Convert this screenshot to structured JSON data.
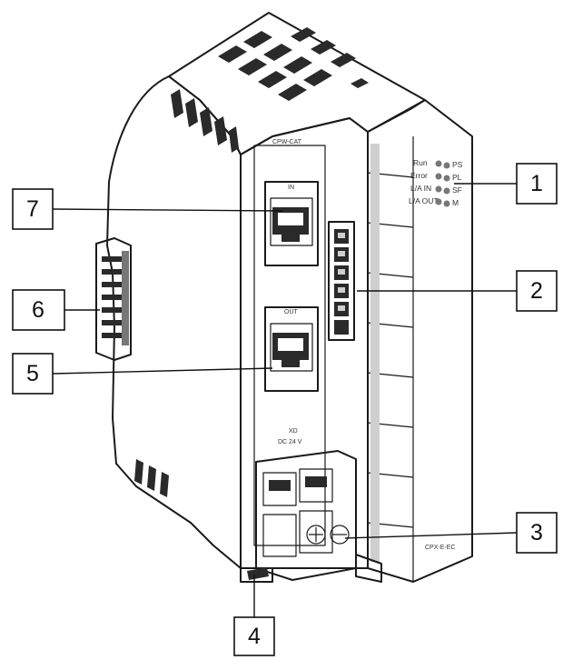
{
  "figure": {
    "callouts": [
      {
        "id": "1",
        "label": "1"
      },
      {
        "id": "2",
        "label": "2"
      },
      {
        "id": "3",
        "label": "3"
      },
      {
        "id": "4",
        "label": "4"
      },
      {
        "id": "5",
        "label": "5"
      },
      {
        "id": "6",
        "label": "6"
      },
      {
        "id": "7",
        "label": "7"
      }
    ],
    "device_text": {
      "top_label": "CPW-CAT",
      "port_in": "IN",
      "port_out": "OUT",
      "power_label": "XD",
      "power_rating": "DC 24 V",
      "model_label": "CPX-E-EC",
      "led_left": [
        "Run",
        "Error",
        "L/A IN",
        "L/A OUT"
      ],
      "led_right": [
        "PS",
        "PL",
        "SF",
        "M"
      ]
    }
  }
}
